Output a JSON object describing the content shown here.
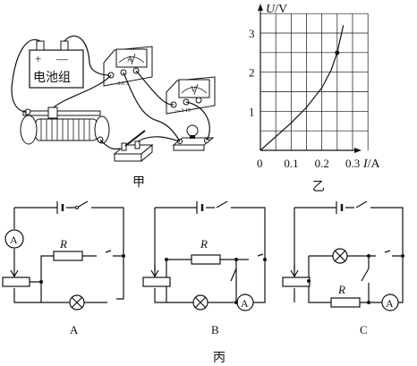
{
  "figure_jia": {
    "caption": "甲",
    "battery_plus": "+",
    "battery_minus": "—",
    "battery_label": "电池组",
    "ammeter_symbol": "A",
    "ammeter_terminals": "— 0.6 3",
    "voltmeter_symbol": "V",
    "voltmeter_terminals": "— 3 15"
  },
  "figure_yi": {
    "caption": "乙",
    "chart_data": {
      "type": "line",
      "ylabel_var": "U",
      "ylabel_unit": "/V",
      "xlabel_var": "I",
      "xlabel_unit": "/A",
      "x_ticks": [
        "0",
        "0.1",
        "0.2",
        "0.3"
      ],
      "y_ticks": [
        "1",
        "2",
        "3"
      ],
      "xlim": [
        0,
        0.35
      ],
      "ylim": [
        0,
        3.5
      ],
      "grid": true,
      "series": [
        {
          "x": [
            0,
            0.05,
            0.1,
            0.15,
            0.2,
            0.23,
            0.25,
            0.27
          ],
          "y": [
            0,
            0.35,
            0.7,
            1.1,
            1.6,
            2.05,
            2.5,
            3.2
          ]
        }
      ],
      "marked_point": {
        "x": 0.25,
        "y": 2.5
      }
    }
  },
  "figure_bing": {
    "caption": "丙",
    "circuits": [
      {
        "label": "A",
        "resistor": "R",
        "meter": "A"
      },
      {
        "label": "B",
        "resistor": "R",
        "meter": "A"
      },
      {
        "label": "C",
        "resistor": "R",
        "meter": "A"
      }
    ]
  }
}
